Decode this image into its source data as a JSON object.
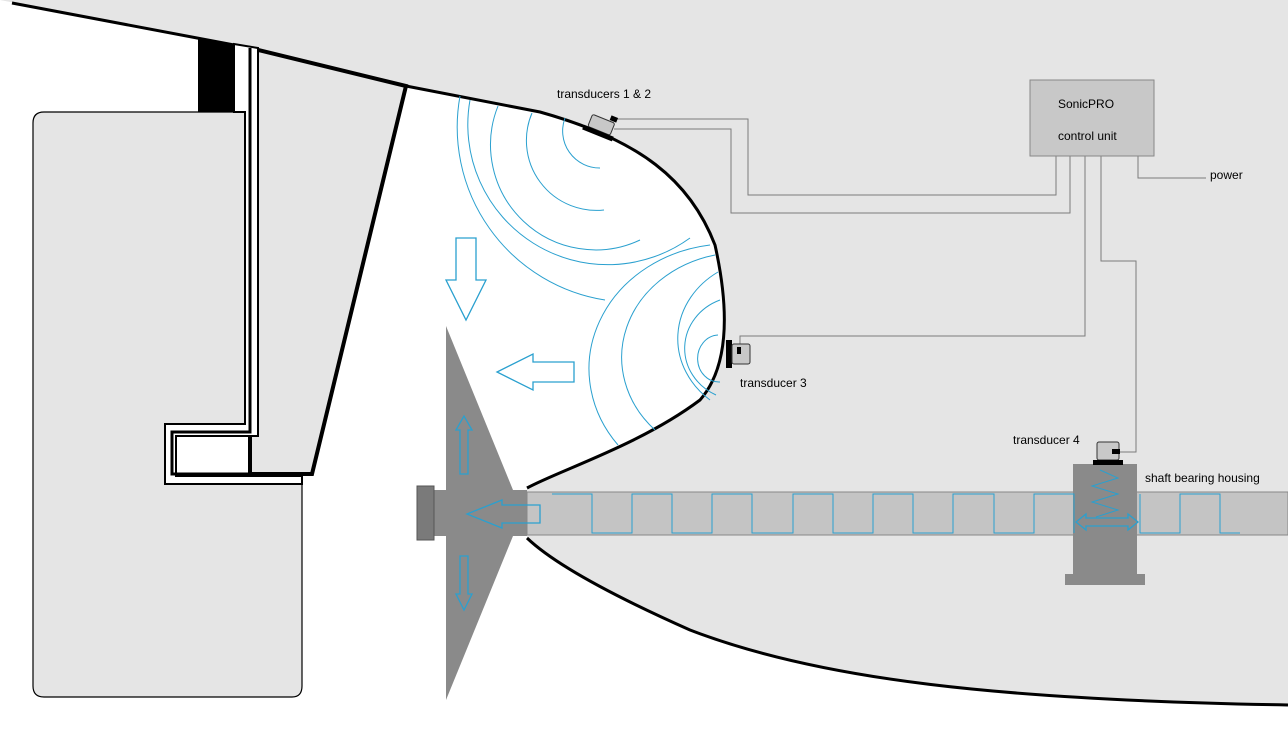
{
  "diagram": {
    "control_unit": {
      "line1": "SonicPRO",
      "line2": "control unit"
    },
    "labels": {
      "transducers_1_2": "transducers 1 & 2",
      "transducer_3": "transducer 3",
      "transducer_4": "transducer 4",
      "shaft_bearing_housing": "shaft bearing housing",
      "power": "power"
    },
    "colors": {
      "hull": "#e5e5e5",
      "wave": "#2aa0cf",
      "shaft": "#c4c4c4",
      "propeller": "#8a8a8a",
      "control_unit": "#c8c8c8",
      "wire": "#7c7c7c"
    }
  }
}
